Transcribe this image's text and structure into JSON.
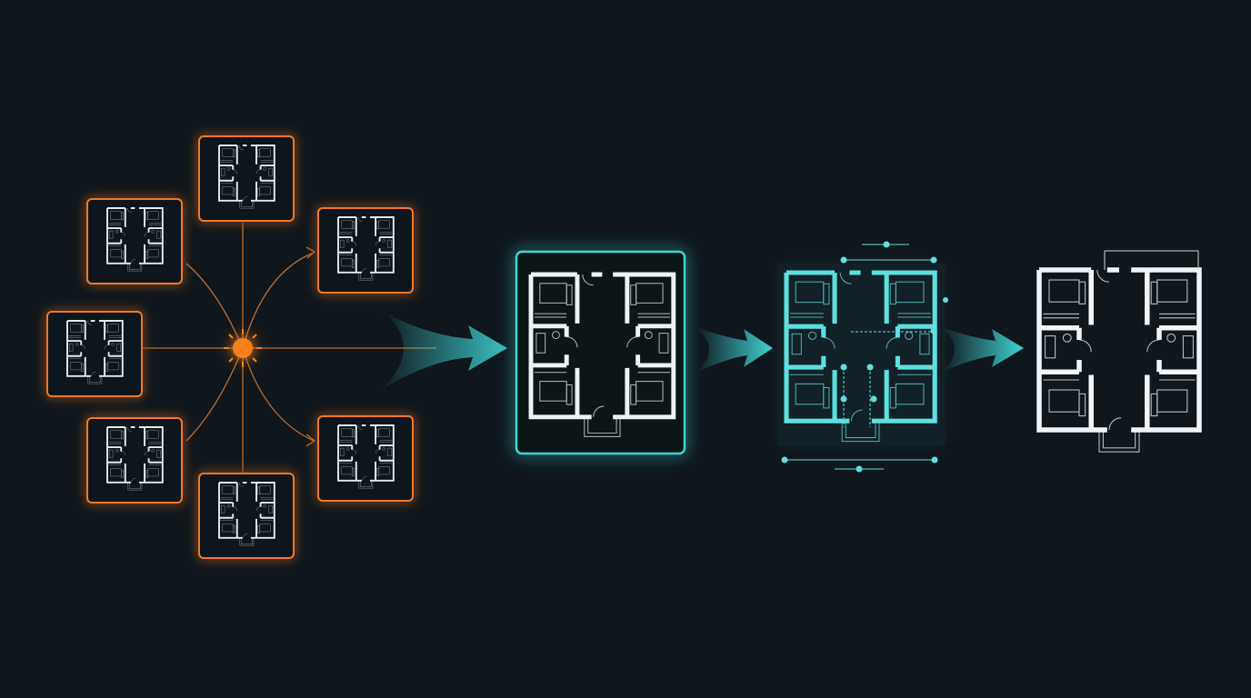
{
  "colors": {
    "background": "#0f161c",
    "source_accent": "#f07a22",
    "process_accent": "#3fd4d4",
    "output": "#f2f4f5"
  },
  "diagram": {
    "source_tiles": [
      {
        "id": "tile-top"
      },
      {
        "id": "tile-upper-left"
      },
      {
        "id": "tile-upper-right"
      },
      {
        "id": "tile-left"
      },
      {
        "id": "tile-lower-left"
      },
      {
        "id": "tile-lower-right"
      },
      {
        "id": "tile-bottom"
      }
    ],
    "hub_icon": "sun-icon",
    "stages": [
      {
        "id": "selected-plan",
        "style": "framed-cyan"
      },
      {
        "id": "annotated-plan",
        "style": "cyan-dimensioned"
      },
      {
        "id": "final-plan",
        "style": "white"
      }
    ],
    "arrow_icon": "arrow-right-icon"
  }
}
